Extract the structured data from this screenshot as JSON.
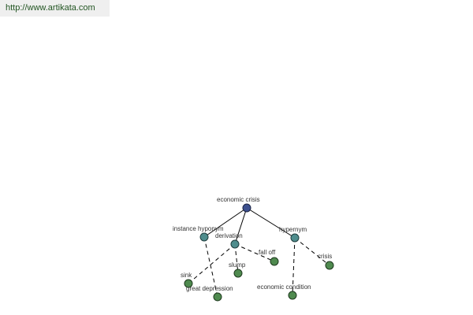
{
  "source_url": "http://www.artikata.com",
  "graph": {
    "root": "economic crisis",
    "relations": {
      "instance_hyponym": "instance hyponym",
      "derivation": "derivation",
      "hypernym": "hypernym"
    },
    "terms": {
      "great_depression": "great depression",
      "sink": "sink",
      "slump": "slump",
      "fall_off": "fall off",
      "economic_condition": "economic condition",
      "crisis": "crisis"
    }
  },
  "colors": {
    "root_node": "#3c4f8e",
    "relation_node": "#4f8d8d",
    "term_node": "#4f8a4f",
    "source_text": "#225522"
  }
}
